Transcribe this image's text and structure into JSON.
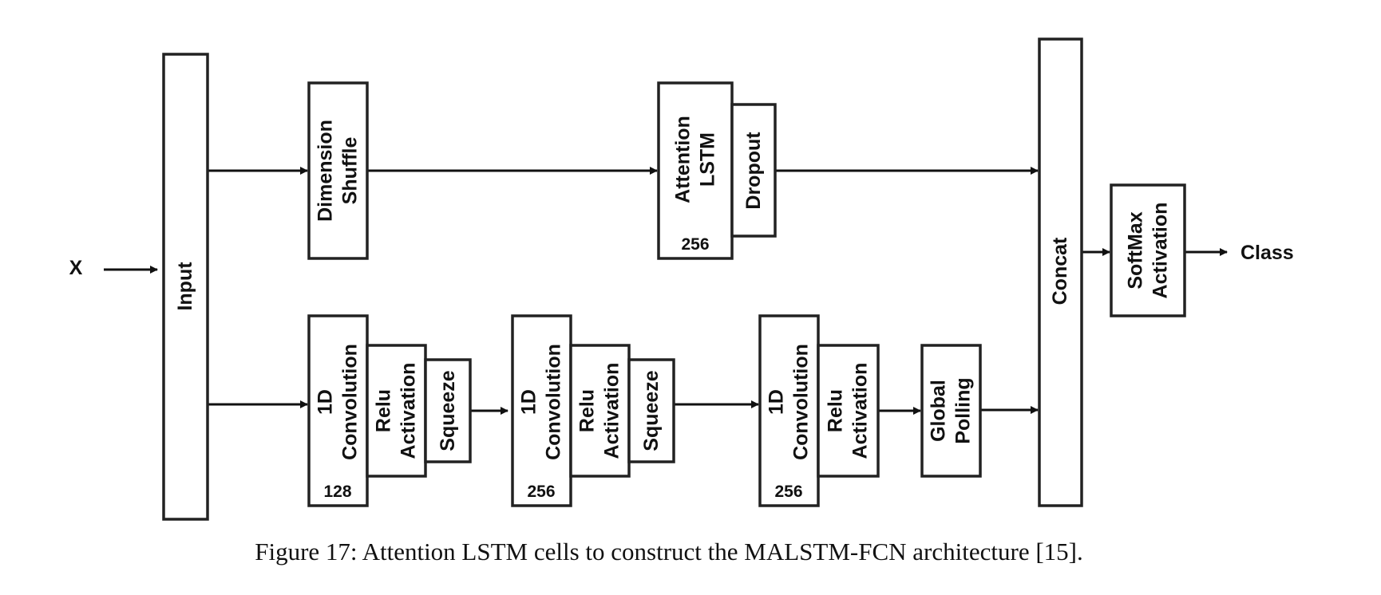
{
  "input_label": "X",
  "output_label": "Class",
  "caption": "Figure 17: Attention LSTM cells to construct the MALSTM-FCN architecture [15].",
  "nodes": {
    "input": {
      "lines": [
        "Input"
      ]
    },
    "dimension_shuffle": {
      "lines": [
        "Dimension",
        "Shuffle"
      ]
    },
    "attention_lstm": {
      "lines": [
        "Attention",
        "LSTM"
      ],
      "units": "256"
    },
    "dropout": {
      "lines": [
        "Dropout"
      ]
    },
    "concat": {
      "lines": [
        "Concat"
      ]
    },
    "softmax": {
      "lines": [
        "SoftMax",
        "Activation"
      ]
    },
    "conv1": {
      "lines": [
        "1D",
        "Convolution"
      ],
      "units": "128"
    },
    "relu1": {
      "lines": [
        "Relu",
        "Activation"
      ]
    },
    "squeeze1": {
      "lines": [
        "Squeeze"
      ]
    },
    "conv2": {
      "lines": [
        "1D",
        "Convolution"
      ],
      "units": "256"
    },
    "relu2": {
      "lines": [
        "Relu",
        "Activation"
      ]
    },
    "squeeze2": {
      "lines": [
        "Squeeze"
      ]
    },
    "conv3": {
      "lines": [
        "1D",
        "Convolution"
      ],
      "units": "256"
    },
    "relu3": {
      "lines": [
        "Relu",
        "Activation"
      ]
    },
    "global_pooling": {
      "lines": [
        "Global",
        "Polling"
      ]
    }
  }
}
